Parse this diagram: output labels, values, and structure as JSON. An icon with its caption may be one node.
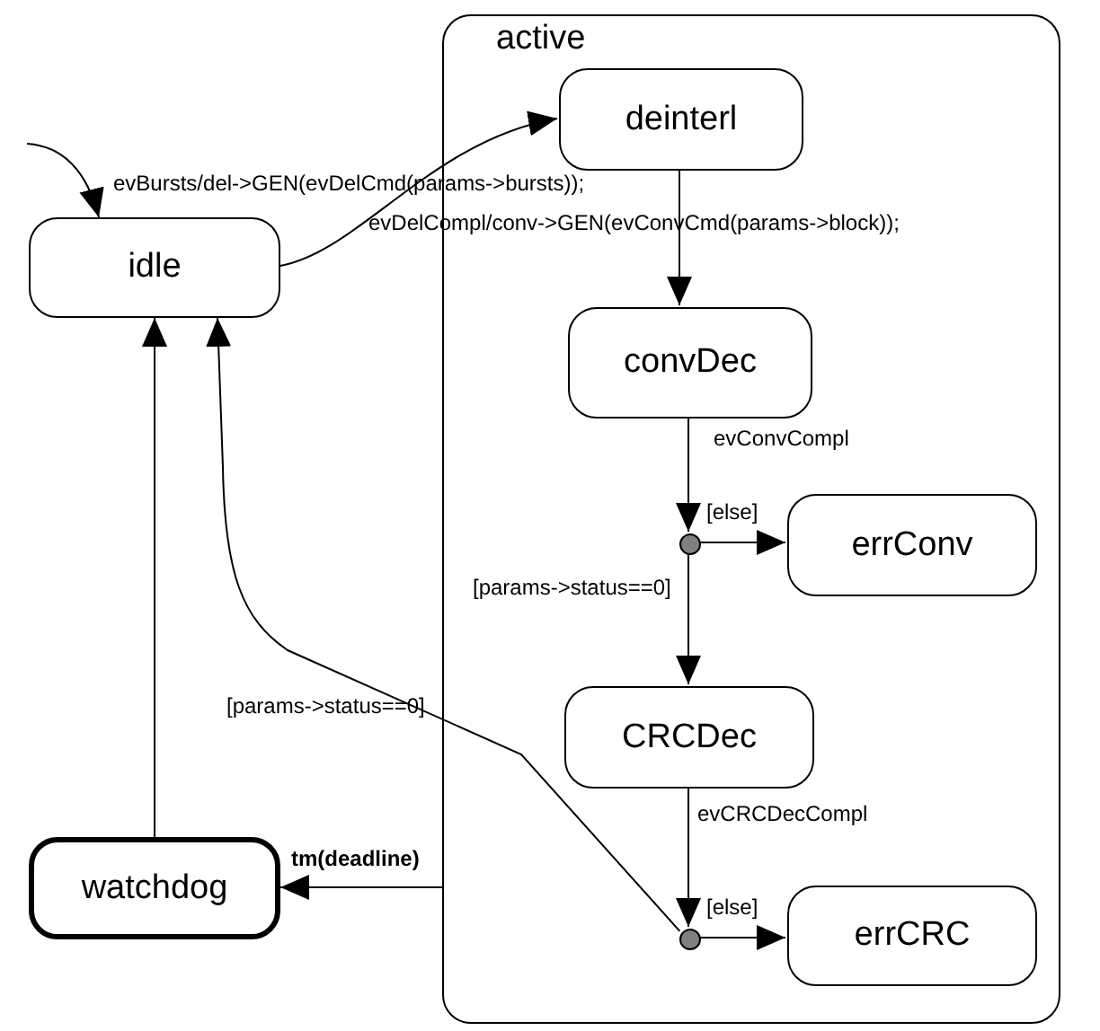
{
  "diagram": {
    "nodes": [
      {
        "text": [
          "active"
        ]
      },
      {
        "text": [
          "idle"
        ]
      },
      {
        "text": [
          "deinterl"
        ],
        "in": 0
      },
      {
        "text": [
          "convDec"
        ],
        "in": 0
      },
      {
        "text": [],
        "shape": "circle",
        "in": 0
      },
      {
        "text": [
          "errConv"
        ],
        "in": 0
      },
      {
        "text": [
          "CRCDec"
        ],
        "in": 0
      },
      {
        "text": [],
        "shape": "circle",
        "in": 0
      },
      {
        "text": [
          "errCRC"
        ],
        "in": 0
      },
      {
        "text": [
          "watchdog"
        ]
      }
    ],
    "edges": [
      {
        "from": null,
        "to": 1,
        "arrow": "to"
      },
      {
        "from": 1,
        "to": 2,
        "arrow": "to",
        "label": "evBursts/del->GEN(evDelCmd(params->bursts));"
      },
      {
        "from": 2,
        "to": 3,
        "arrow": "to",
        "label": "evDelCompl/conv->GEN(evConvCmd(params->block));"
      },
      {
        "from": 3,
        "to": 4,
        "arrow": "to",
        "label": "evConvCompl"
      },
      {
        "from": 4,
        "to": 5,
        "arrow": "to",
        "label": "[else]"
      },
      {
        "from": 4,
        "to": 6,
        "arrow": "to",
        "label": "[params->status==0]"
      },
      {
        "from": 6,
        "to": 7,
        "arrow": "to",
        "label": "evCRCDecCompl"
      },
      {
        "from": 7,
        "to": 8,
        "arrow": "to",
        "label": "[else]"
      },
      {
        "from": 7,
        "to": 1,
        "arrow": "to",
        "label": "[params->status==0]"
      },
      {
        "from": 0,
        "to": 9,
        "arrow": "to",
        "label": "tm(deadline)"
      },
      {
        "from": 9,
        "to": 1,
        "arrow": "to"
      }
    ]
  }
}
